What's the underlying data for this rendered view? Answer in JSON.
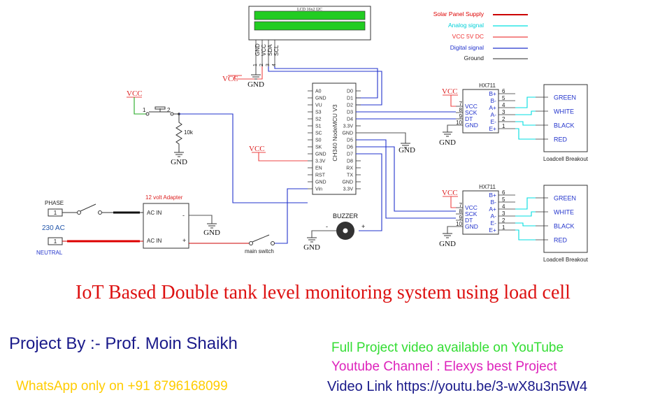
{
  "legend": {
    "items": [
      {
        "label": "Solar Panel Supply",
        "color": "#cc0000"
      },
      {
        "label": "Analog signal",
        "color": "#00e0e0"
      },
      {
        "label": "VCC 5V DC",
        "color": "#ee4444"
      },
      {
        "label": "Digital signal",
        "color": "#2233cc"
      },
      {
        "label": "Ground",
        "color": "#555555"
      }
    ]
  },
  "lcd": {
    "title": "LCD 16x2  I2C",
    "pin_names": [
      "GND",
      "VCC",
      "SDA",
      "SCL"
    ],
    "pin_numbers": [
      "1",
      "2",
      "3",
      "4"
    ]
  },
  "nodemcu": {
    "name": "CH340 NodeMCU V3",
    "left_pins": [
      "A0",
      "GND",
      "VU",
      "S3",
      "S2",
      "S1",
      "SC",
      "S0",
      "SK",
      "GND",
      "3.3V",
      "EN",
      "RST",
      "GND",
      "Vin"
    ],
    "right_pins": [
      "D0",
      "D1",
      "D2",
      "D3",
      "D4",
      "3.3V",
      "GND",
      "D5",
      "D6",
      "D7",
      "D8",
      "RX",
      "TX",
      "GND",
      "3.3V"
    ]
  },
  "hx711": {
    "name": "HX711",
    "left_pins": [
      "VCC",
      "SCK",
      "DT",
      "GND"
    ],
    "left_nums": [
      "7",
      "8",
      "9",
      "10"
    ],
    "right_pins": [
      "B+",
      "B-",
      "A+",
      "A-",
      "E-",
      "E+"
    ],
    "right_nums": [
      "6",
      "5",
      "4",
      "3",
      "2",
      "1"
    ]
  },
  "loadcell": {
    "wires": [
      "GREEN",
      "WHITE",
      "BLACK",
      "RED"
    ],
    "caption": "Loadcell Breakout"
  },
  "labels": {
    "vcc": "VCC",
    "gnd": "GND",
    "resistor": "10k",
    "switch_pin1": "1",
    "switch_pin2": "2",
    "buzzer": "BUZZER",
    "buzzer_minus": "-",
    "buzzer_plus": "+",
    "adapter": "12 volt Adapter",
    "ac_in": "AC IN",
    "adapter_minus": "-",
    "adapter_plus": "+",
    "phase": "PHASE",
    "neutral": "NEUTRAL",
    "ac_voltage": "230 AC",
    "terminal": "1",
    "main_switch": "main switch"
  },
  "footer": {
    "title": "IoT Based Double tank level monitoring system using load cell",
    "project_by": "Project By :- Prof. Moin Shaikh",
    "whatsapp": "WhatsApp only on +91 8796168099",
    "video_available": "Full Project video available on YouTube",
    "channel": "Youtube Channel : Elexys best Project",
    "video_link": "Video Link https://youtu.be/3-wX8u3n5W4"
  }
}
